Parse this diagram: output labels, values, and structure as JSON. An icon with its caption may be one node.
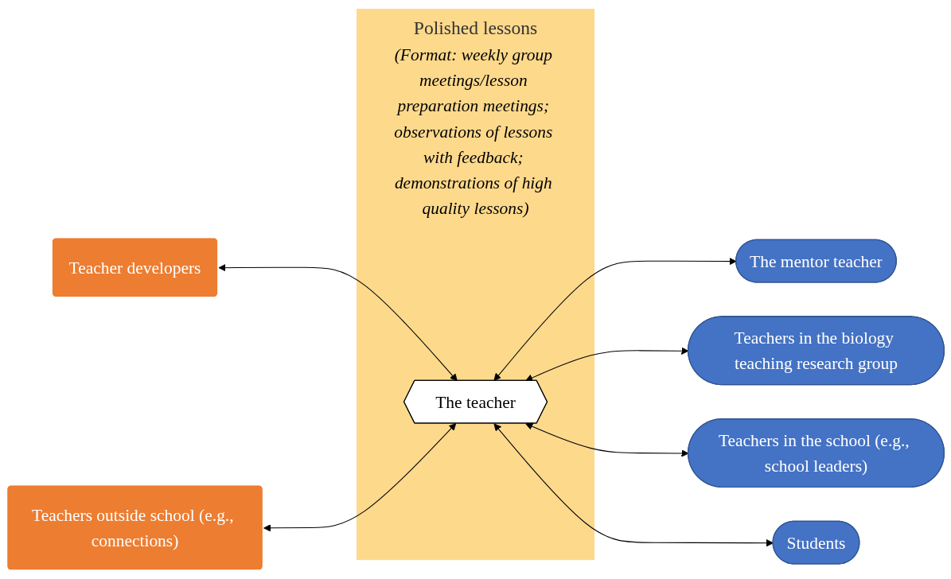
{
  "diagram": {
    "nodes": [
      {
        "text": [
          "Polished lessons",
          "(Format: weekly group meetings/lesson preparation meetings; observations of lessons with feedback; demonstrations of high quality lessons)"
        ]
      },
      {
        "text": [
          "Teacher developers"
        ]
      },
      {
        "text": [
          "Teachers outside school (e.g., connections)"
        ]
      },
      {
        "text": [
          "The teacher"
        ],
        "in": 0
      },
      {
        "text": [
          "The mentor teacher"
        ]
      },
      {
        "text": [
          "Teachers in the biology teaching research group"
        ]
      },
      {
        "text": [
          "Teachers in the school (e.g., school leaders)"
        ]
      },
      {
        "text": [
          "Students"
        ]
      }
    ],
    "edges": [
      {
        "from": 1,
        "to": 3,
        "arrow": "both"
      },
      {
        "from": 2,
        "to": 3,
        "arrow": "both"
      },
      {
        "from": 3,
        "to": 4,
        "arrow": "both"
      },
      {
        "from": 3,
        "to": 5,
        "arrow": "both"
      },
      {
        "from": 3,
        "to": 6,
        "arrow": "both"
      },
      {
        "from": 3,
        "to": 7,
        "arrow": "both"
      }
    ]
  }
}
